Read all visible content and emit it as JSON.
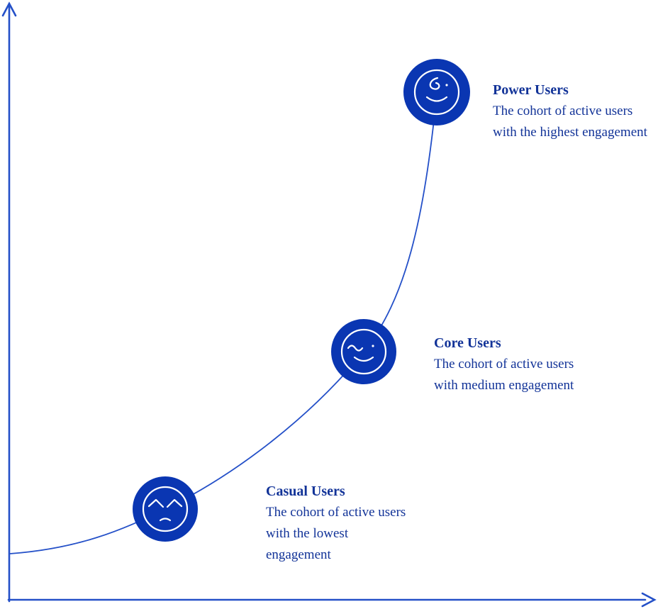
{
  "diagram": {
    "type": "growth-curve-with-user-cohorts",
    "colors": {
      "axis": "#2450c8",
      "curve": "#2450c8",
      "node_fill": "#0a36b2",
      "face_stroke": "#ffffff",
      "text": "#123398"
    },
    "axes": {
      "x_visible": true,
      "y_visible": true,
      "x_label": "",
      "y_label": ""
    },
    "nodes": [
      {
        "id": "casual",
        "title": "Casual Users",
        "description": "The cohort of active users with the lowest engagement",
        "icon": "casual-user-face-icon",
        "position_on_curve": "low"
      },
      {
        "id": "core",
        "title": "Core Users",
        "description": "The cohort of active users with medium engagement",
        "icon": "core-user-face-icon",
        "position_on_curve": "middle"
      },
      {
        "id": "power",
        "title": "Power Users",
        "description": "The cohort of active users with the highest engagement",
        "icon": "power-user-face-icon",
        "position_on_curve": "high"
      }
    ]
  }
}
